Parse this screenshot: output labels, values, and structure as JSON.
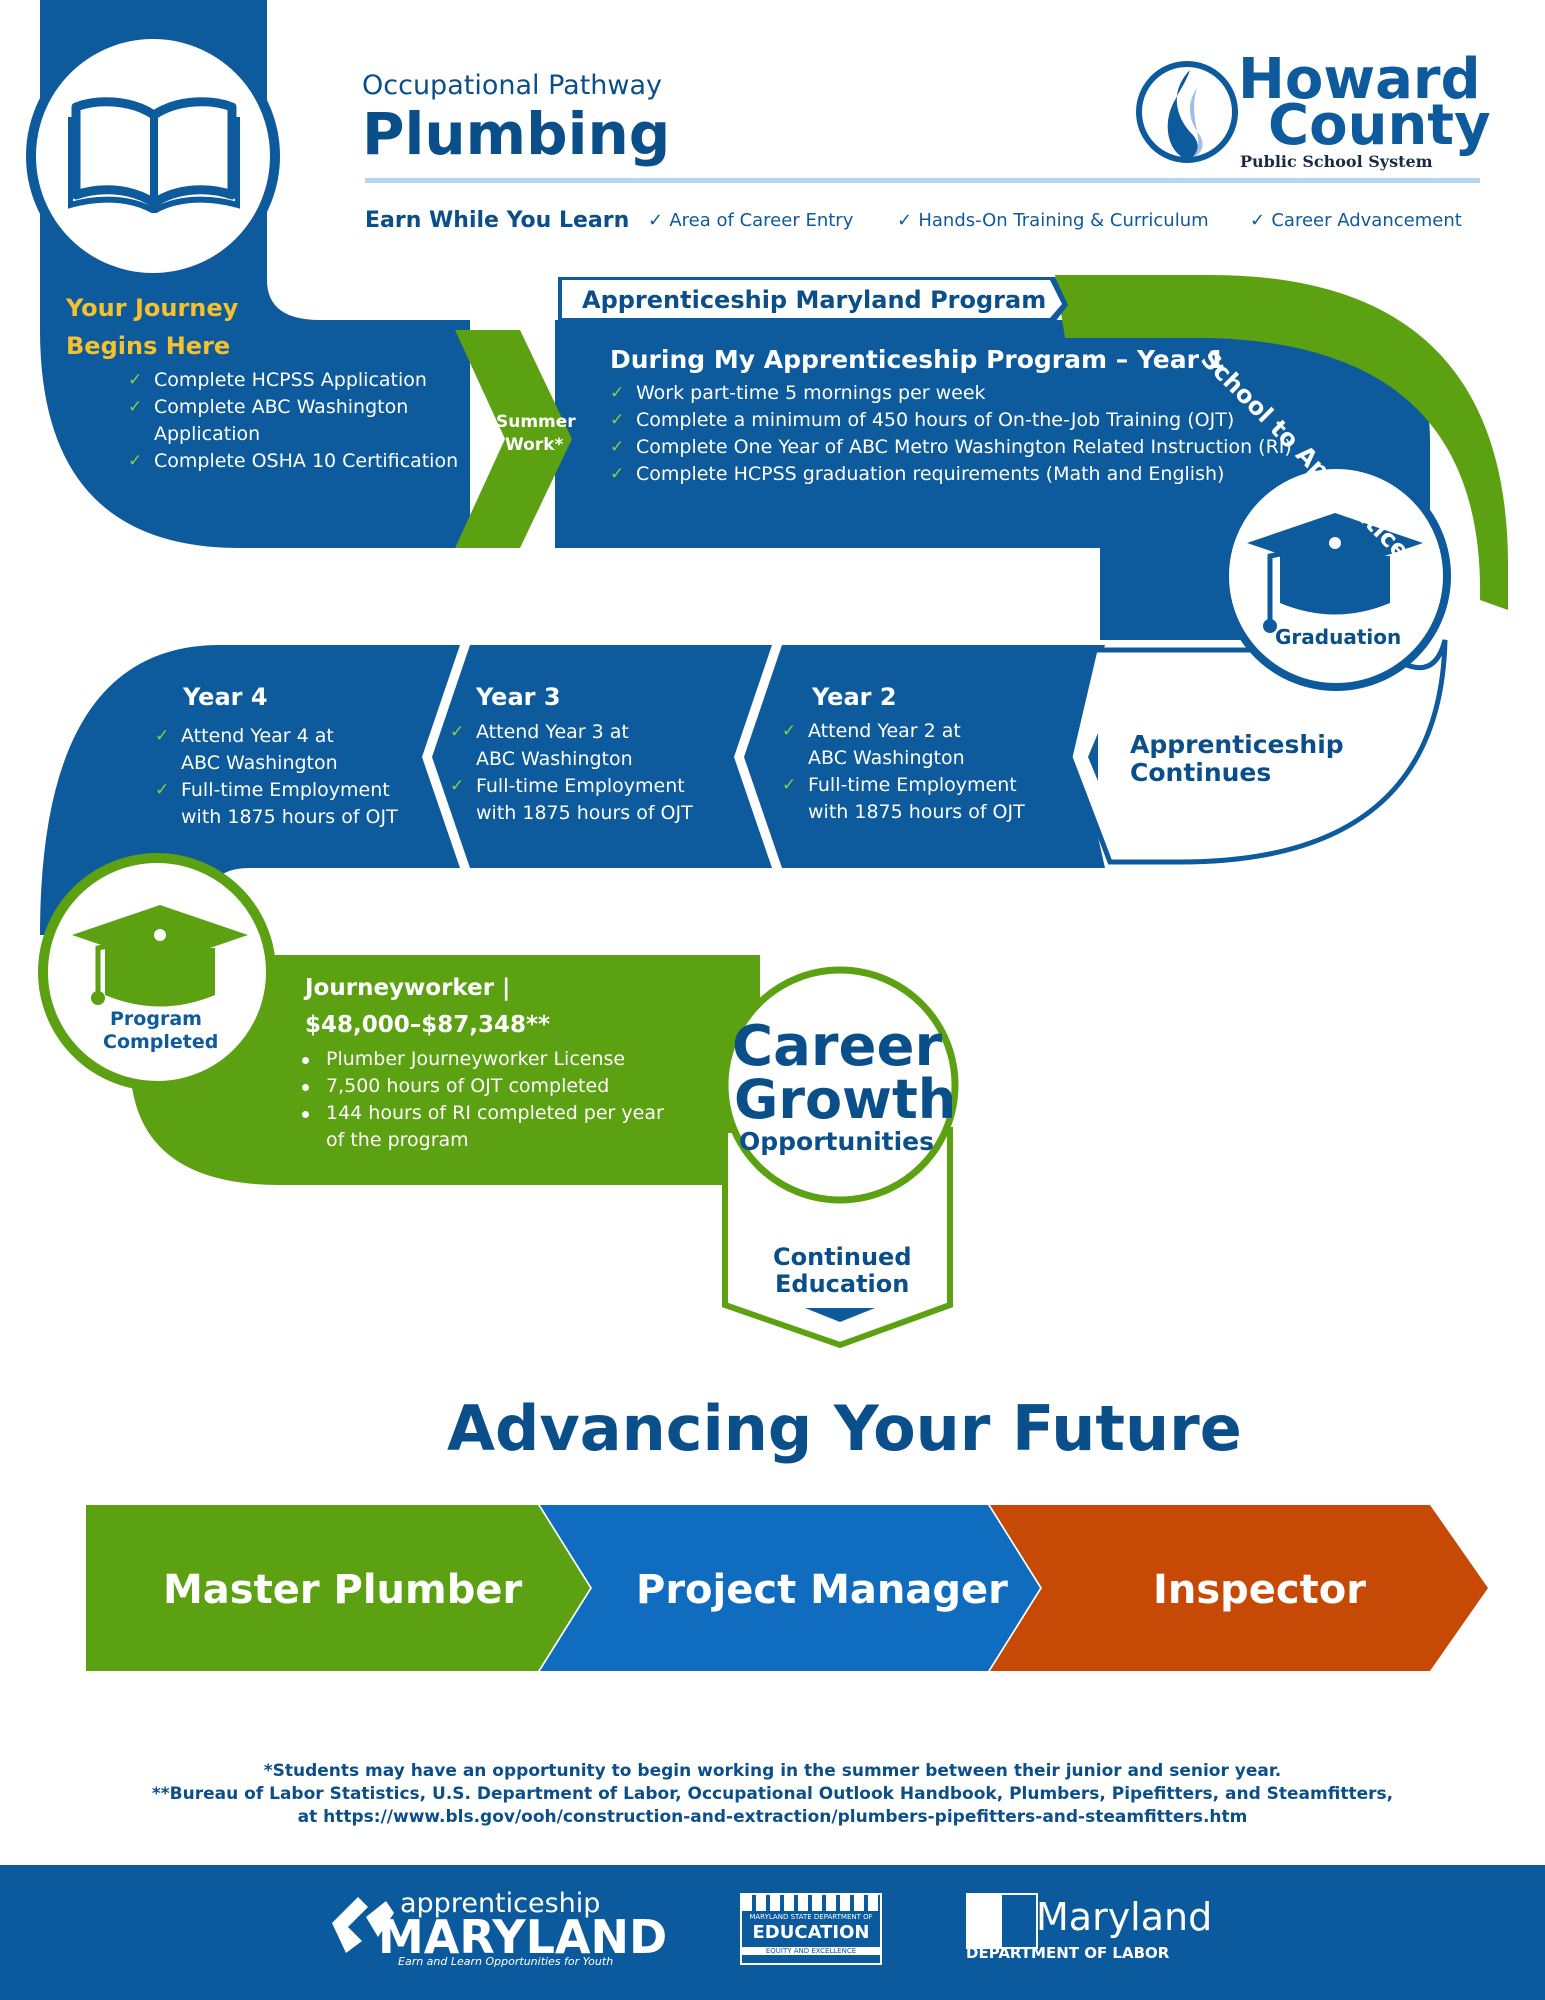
{
  "header": {
    "subtitle": "Occupational Pathway",
    "title": "Plumbing",
    "tagline": "Earn While You Learn",
    "checks": [
      "Area of Career Entry",
      "Hands-On Training & Curriculum",
      "Career Advancement"
    ],
    "logo": {
      "line1": "Howard",
      "line2": "County",
      "line3": "Public School System"
    }
  },
  "journey": {
    "heading_line1": "Your Journey",
    "heading_line2": "Begins Here",
    "items": [
      "Complete HCPSS Application",
      "Complete ABC Washington",
      "Application",
      "Complete OSHA 10 Certification"
    ],
    "summer_line1": "Summer",
    "summer_line2": "Work*"
  },
  "program": {
    "banner": "Apprenticeship Maryland Program",
    "arc_label": "School to Apprentice",
    "year1_title": "During My Apprenticeship Program – Year 1",
    "year1_items": [
      "Work part-time 5 mornings per week",
      "Complete a minimum of 450 hours of On-the-Job Training (OJT)",
      "Complete One Year of ABC Metro Washington Related Instruction (RI)",
      "Complete HCPSS graduation requirements (Math and English)"
    ],
    "graduation": "Graduation"
  },
  "years": {
    "continues_line1": "Apprenticeship",
    "continues_line2": "Continues",
    "year2": {
      "title": "Year 2",
      "l1": "Attend Year 2 at",
      "l2": "ABC Washington",
      "l3": "Full-time Employment",
      "l4": "with 1875 hours of OJT"
    },
    "year3": {
      "title": "Year 3",
      "l1": "Attend Year 3 at",
      "l2": "ABC Washington",
      "l3": "Full-time Employment",
      "l4": "with 1875 hours of OJT"
    },
    "year4": {
      "title": "Year 4",
      "l1": "Attend Year 4 at",
      "l2": "ABC Washington",
      "l3": "Full-time Employment",
      "l4": "with 1875 hours of OJT"
    }
  },
  "completion": {
    "badge_line1": "Program",
    "badge_line2": "Completed",
    "title_line1": "Journeyworker |",
    "title_line2": "$48,000–$87,348**",
    "items": [
      "Plumber Journeyworker License",
      "7,500 hours of OJT completed",
      "144 hours of RI completed per year",
      "of the program"
    ],
    "career_line1": "Career",
    "career_line2": "Growth",
    "career_line3": "Opportunities",
    "continued_line1": "Continued",
    "continued_line2": "Education"
  },
  "future": {
    "heading": "Advancing Your Future",
    "steps": [
      {
        "label": "Master Plumber",
        "color": "#5ba111"
      },
      {
        "label": "Project Manager",
        "color": "#0f6cbf"
      },
      {
        "label": "Inspector",
        "color": "#c64a06"
      }
    ]
  },
  "footnotes": {
    "line1": "*Students may have an opportunity to begin working in the summer between their junior and senior year.",
    "line2": "**Bureau of Labor Statistics, U.S. Department of Labor, Occupational Outlook Handbook, Plumbers, Pipefitters, and Steamfitters,",
    "line3": "at https://www.bls.gov/ooh/construction-and-extraction/plumbers-pipefitters-and-steamfitters.htm"
  },
  "footer": {
    "am_top": "apprenticeship",
    "am_main": "MARYLAND",
    "am_sub": "Earn and Learn Opportunities for Youth",
    "msde_line1": "MARYLAND STATE DEPARTMENT OF",
    "msde_line2": "EDUCATION",
    "msde_line3": "EQUITY AND EXCELLENCE",
    "md_main": "Maryland",
    "md_sub": "DEPARTMENT OF LABOR"
  },
  "colors": {
    "blue": "#0d5a9c",
    "green": "#5ba111",
    "orange": "#c64a06",
    "gold": "#f5c12e",
    "check_green": "#8ccf3e"
  }
}
